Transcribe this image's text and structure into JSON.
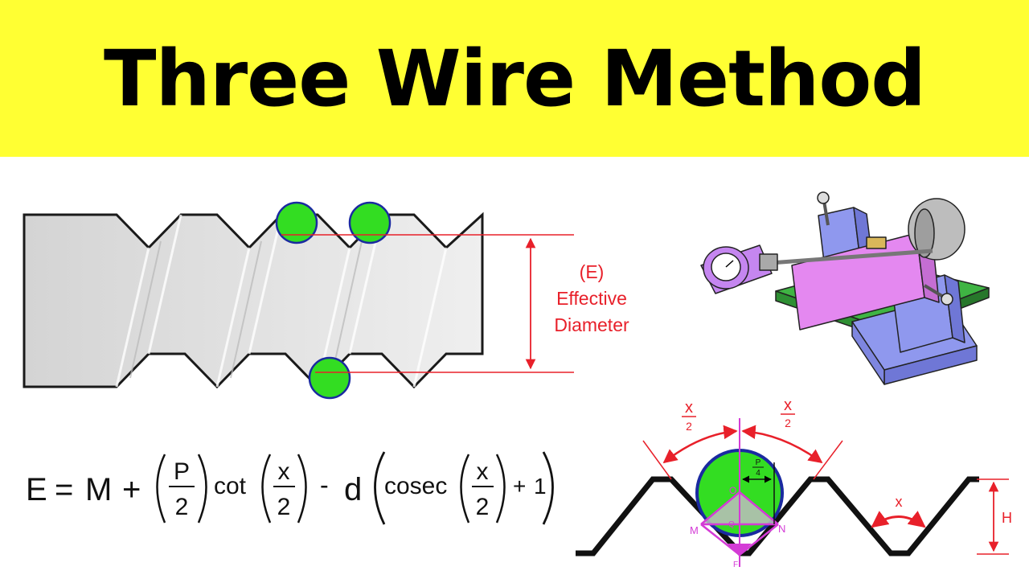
{
  "title": "Three Wire Method",
  "colors": {
    "banner": "#FFFF33",
    "wire": "#33DD22",
    "wire_stroke": "#1A2AA0",
    "annotation": "#E8202A",
    "machine_frame": "#8F98EE",
    "machine_slide": "#E488F0",
    "machine_base": "#3FB443",
    "thread_outline": "#1A1A1A"
  },
  "thread_diagram": {
    "label_e": "(E)",
    "label_line1": "Effective",
    "label_line2": "Diameter"
  },
  "formula": {
    "lhs": "E",
    "eq": "=",
    "M": "M",
    "plus1": "+",
    "P": "P",
    "two_a": "2",
    "cot": "cot",
    "x_a": "x",
    "two_b": "2",
    "minus": "-",
    "d": "d",
    "cosec": "cosec",
    "x_b": "x",
    "two_c": "2",
    "plus2": "+",
    "one": "1"
  },
  "geometry_diagram": {
    "x_half_left_num": "x",
    "x_half_left_den": "2",
    "x_half_right_num": "x",
    "x_half_right_den": "2",
    "p_num": "P",
    "p_den": "4",
    "label_O": "O",
    "label_Q": "Q",
    "label_M": "M",
    "label_N": "N",
    "label_F": "F",
    "label_x": "x",
    "label_H": "H"
  }
}
